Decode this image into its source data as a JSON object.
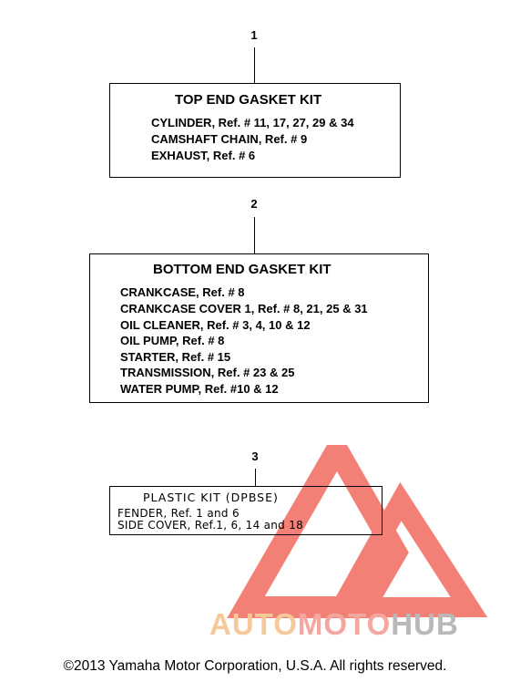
{
  "kits": [
    {
      "callout": "1",
      "title": "TOP END GASKET KIT",
      "lines": [
        "CYLINDER, Ref. # 11, 17, 27, 29 & 34",
        "CAMSHAFT CHAIN, Ref. # 9",
        "EXHAUST, Ref. # 6"
      ]
    },
    {
      "callout": "2",
      "title": "BOTTOM END GASKET KIT",
      "lines": [
        "CRANKCASE, Ref. # 8",
        "CRANKCASE COVER 1, Ref. # 8, 21, 25 & 31",
        "OIL CLEANER, Ref. # 3, 4, 10 & 12",
        "OIL PUMP, Ref. # 8",
        "STARTER, Ref. # 15",
        "TRANSMISSION, Ref. # 23 & 25",
        "WATER PUMP, Ref. #10 & 12"
      ]
    },
    {
      "callout": "3",
      "title": "PLASTIC KIT (DPBSE)",
      "lines": [
        "FENDER, Ref. 1 and 6",
        "SIDE COVER, Ref.1, 6, 14 and 18"
      ]
    }
  ],
  "watermark": {
    "text_part1": "AUTO",
    "text_part2": "MOTO",
    "text_part3": "HUB",
    "color_auto": "#f5c99a",
    "color_moto": "#f3a7a0",
    "color_hub": "#b9b9b9",
    "triangle_color": "#f06a5f"
  },
  "footer": {
    "copyright": "©2013 Yamaha Motor Corporation, U.S.A. All rights reserved."
  }
}
